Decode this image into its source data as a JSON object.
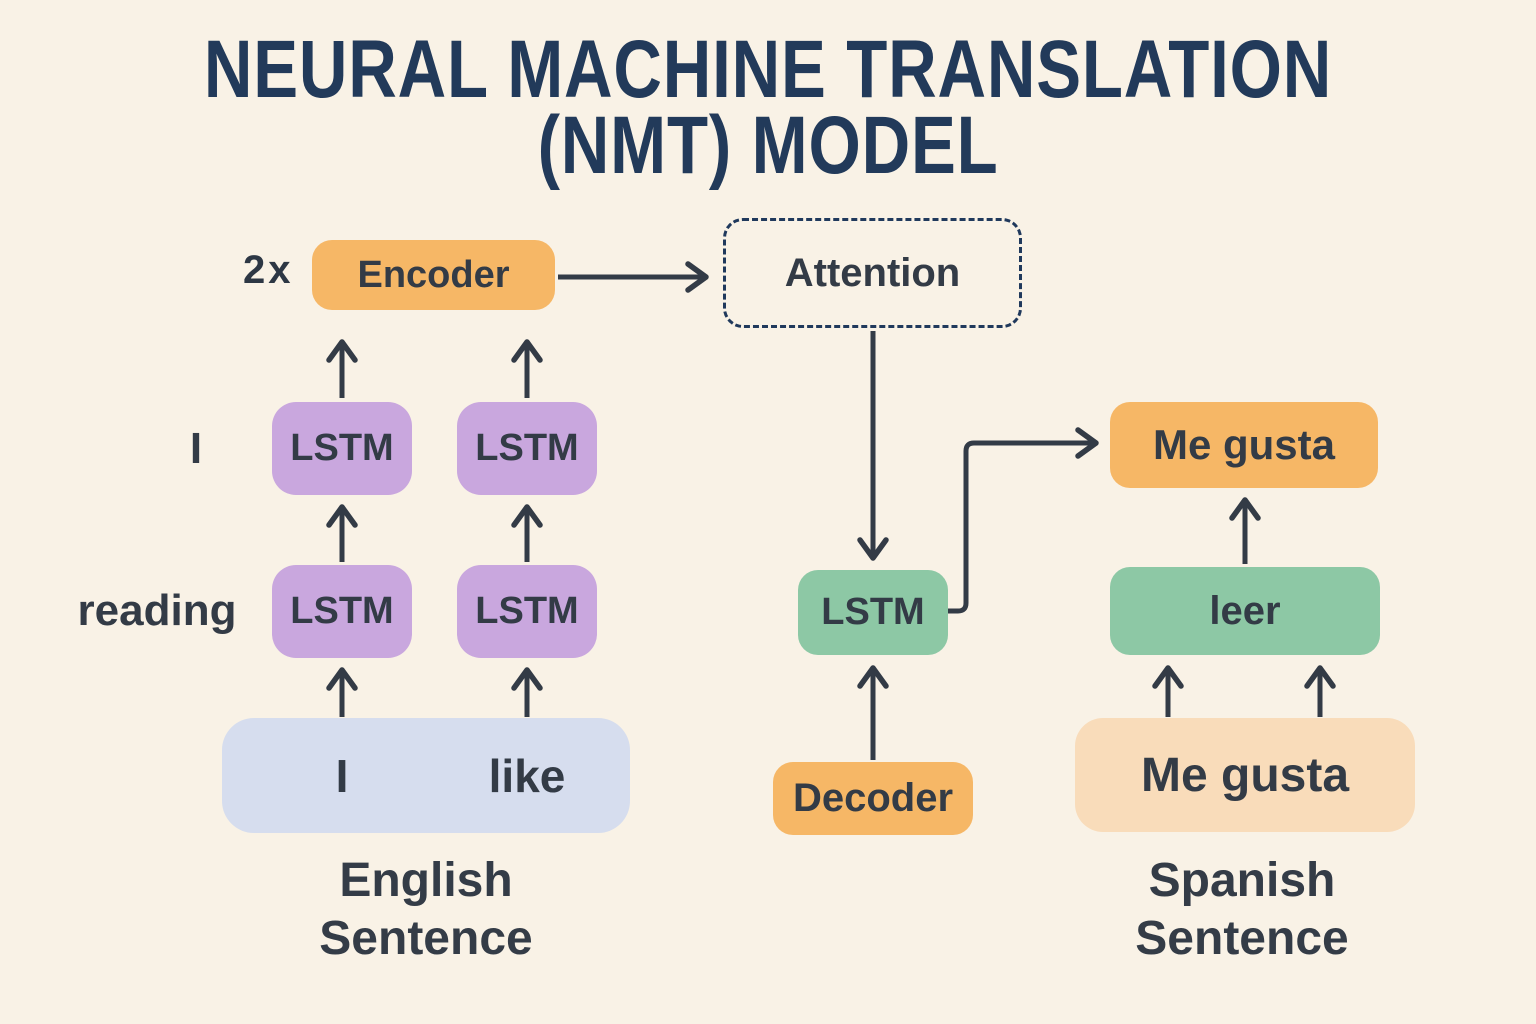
{
  "title": {
    "line1": "NEURAL MACHINE TRANSLATION",
    "line2": "(NMT) MODEL"
  },
  "left": {
    "multiplier": "2x",
    "encoder_label": "Encoder",
    "lstm_labels": [
      "LSTM",
      "LSTM",
      "LSTM",
      "LSTM"
    ],
    "word_row1": "I",
    "word_row2": "reading",
    "input_words": [
      "I",
      "like"
    ],
    "caption_line1": "English",
    "caption_line2": "Sentence"
  },
  "middle": {
    "attention_label": "Attention",
    "lstm_label": "LSTM",
    "decoder_label": "Decoder"
  },
  "right": {
    "output_word": "Me gusta",
    "hidden_word": "leer",
    "input_word": "Me gusta",
    "caption_line1": "Spanish",
    "caption_line2": "Sentence"
  },
  "colors": {
    "background": "#f9f2e6",
    "title": "#223a5a",
    "box_orange": "#f6b766",
    "box_purple": "#c9a7de",
    "box_green": "#8dc8a5",
    "box_blue": "#d6ddee",
    "box_peach": "#f9dcba",
    "dashed_border": "#20395c",
    "text_dark": "#333b46",
    "arrow": "#333b46"
  }
}
